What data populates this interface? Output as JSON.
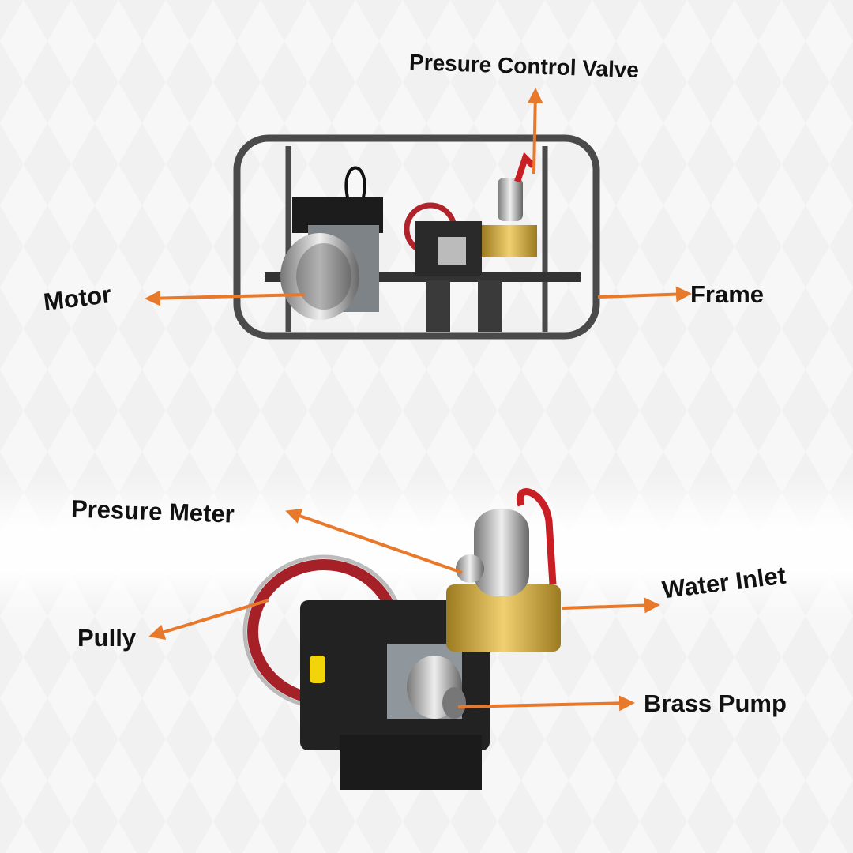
{
  "labels": {
    "pressure_control_valve": "Presure Control Valve",
    "motor": "Motor",
    "frame": "Frame",
    "pressure_meter": "Presure Meter",
    "water_inlet": "Water Inlet",
    "pulley": "Pully",
    "brass_pump": "Brass Pump"
  },
  "colors": {
    "arrow": "#e8782a",
    "frame": "#4a4a4a",
    "brass": "#c9a23a",
    "pulley_red": "#b0232a"
  }
}
